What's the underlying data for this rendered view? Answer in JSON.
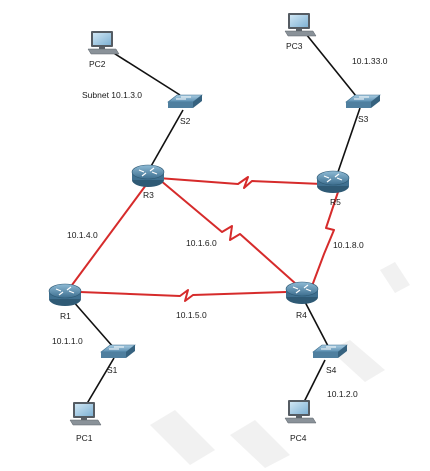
{
  "colors": {
    "serial_link": "#d62b2b",
    "ethernet_link": "#111111",
    "router_body": "#4f86a8",
    "switch_body": "#6a9cbc",
    "watermark": "#eeeeee"
  },
  "devices": {
    "pc1": {
      "label": "PC1",
      "type": "pc"
    },
    "pc2": {
      "label": "PC2",
      "type": "pc"
    },
    "pc3": {
      "label": "PC3",
      "type": "pc"
    },
    "pc4": {
      "label": "PC4",
      "type": "pc"
    },
    "s1": {
      "label": "S1",
      "type": "switch"
    },
    "s2": {
      "label": "S2",
      "type": "switch"
    },
    "s3": {
      "label": "S3",
      "type": "switch"
    },
    "s4": {
      "label": "S4",
      "type": "switch"
    },
    "r1": {
      "label": "R1",
      "type": "router"
    },
    "r3": {
      "label": "R3",
      "type": "router"
    },
    "r4": {
      "label": "R4",
      "type": "router"
    },
    "r5": {
      "label": "R5",
      "type": "router"
    }
  },
  "subnets": {
    "r1_r3": "10.1.4.0",
    "r3_r4": "10.1.6.0",
    "r1_r4": "10.1.5.0",
    "r5_r4": "10.1.8.0",
    "r3_r5": "",
    "lan_s1": "10.1.1.0",
    "lan_s2": "Subnet 10.1.3.0",
    "lan_s3": "10.1.33.0",
    "lan_s4": "10.1.2.0"
  }
}
